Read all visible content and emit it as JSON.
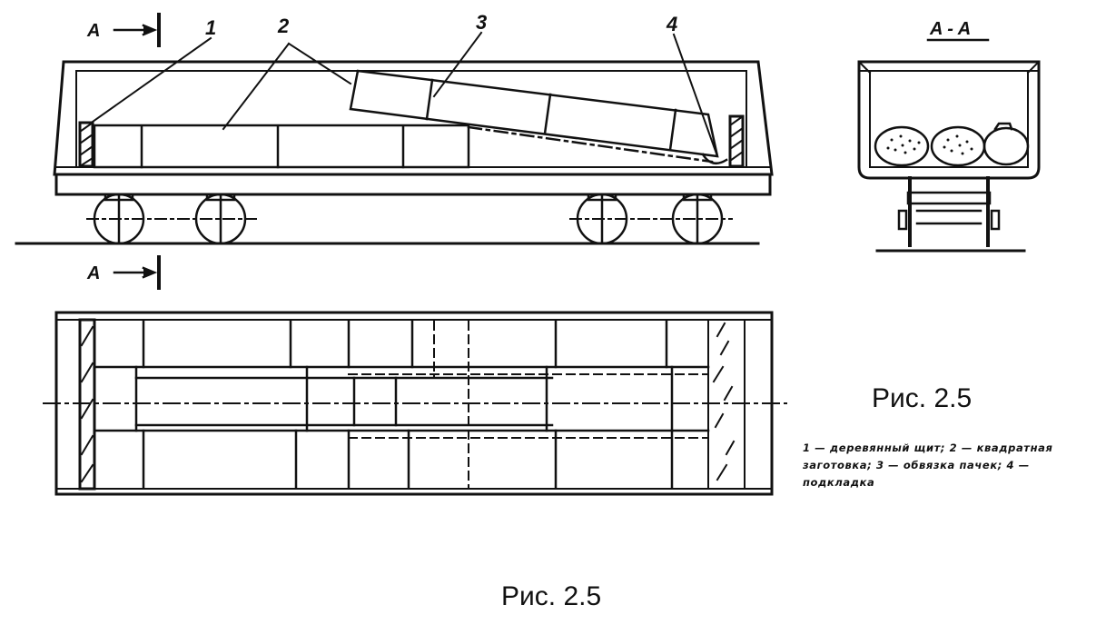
{
  "figure": {
    "caption_right": "Рис. 2.5",
    "caption_bottom": "Рис. 2.5",
    "legend": "1 — деревянный щит; 2 — квадратная заготовка; 3 — обвязка пачек; 4 — подкладка"
  },
  "labels": {
    "callouts": [
      "1",
      "2",
      "3",
      "4"
    ],
    "section_mark": "A",
    "section_title": "A - A"
  },
  "views": [
    "side-view",
    "section-view",
    "top-view"
  ],
  "colors": {
    "ink": "#111111",
    "background": "#ffffff"
  }
}
